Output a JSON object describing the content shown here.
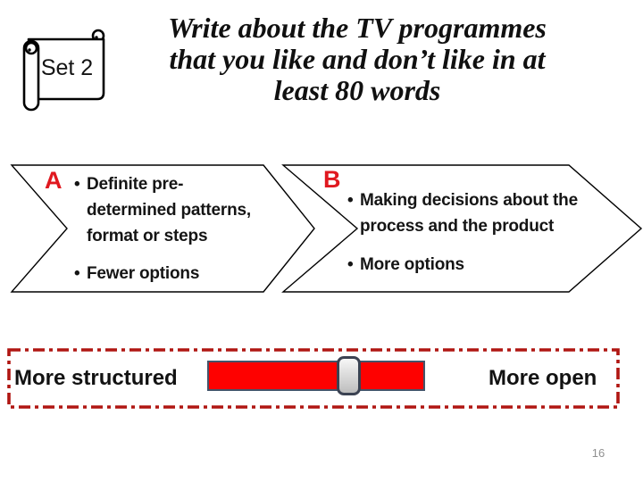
{
  "slide": {
    "set_badge": {
      "label": "Set 2"
    },
    "title": {
      "lines": [
        "Write about the TV programmes",
        "that you like and don’t like in at",
        "least 80 words"
      ]
    },
    "bullet_char": "•",
    "option_a": {
      "label": "A",
      "bullets": [
        {
          "lines": [
            "Definite pre-",
            "determined patterns,",
            "format or steps"
          ]
        },
        {
          "lines": [
            "Fewer options"
          ]
        }
      ]
    },
    "option_b": {
      "label": "B",
      "bullets": [
        {
          "lines": [
            "Making decisions about the",
            "process and the product"
          ]
        },
        {
          "lines": [
            "More options"
          ]
        }
      ]
    },
    "spectrum": {
      "left_label": "More structured",
      "right_label": "More open"
    },
    "page_number": "16",
    "colors": {
      "option_label_red": "#e0181f",
      "dashed_border_red": "#b01612",
      "slider_bar_red": "#fe0100",
      "slider_bar_border": "#44546a",
      "slider_handle_fill": "#d9d9d9",
      "slider_handle_border": "#3b4252",
      "shape_outline": "#000000"
    }
  }
}
